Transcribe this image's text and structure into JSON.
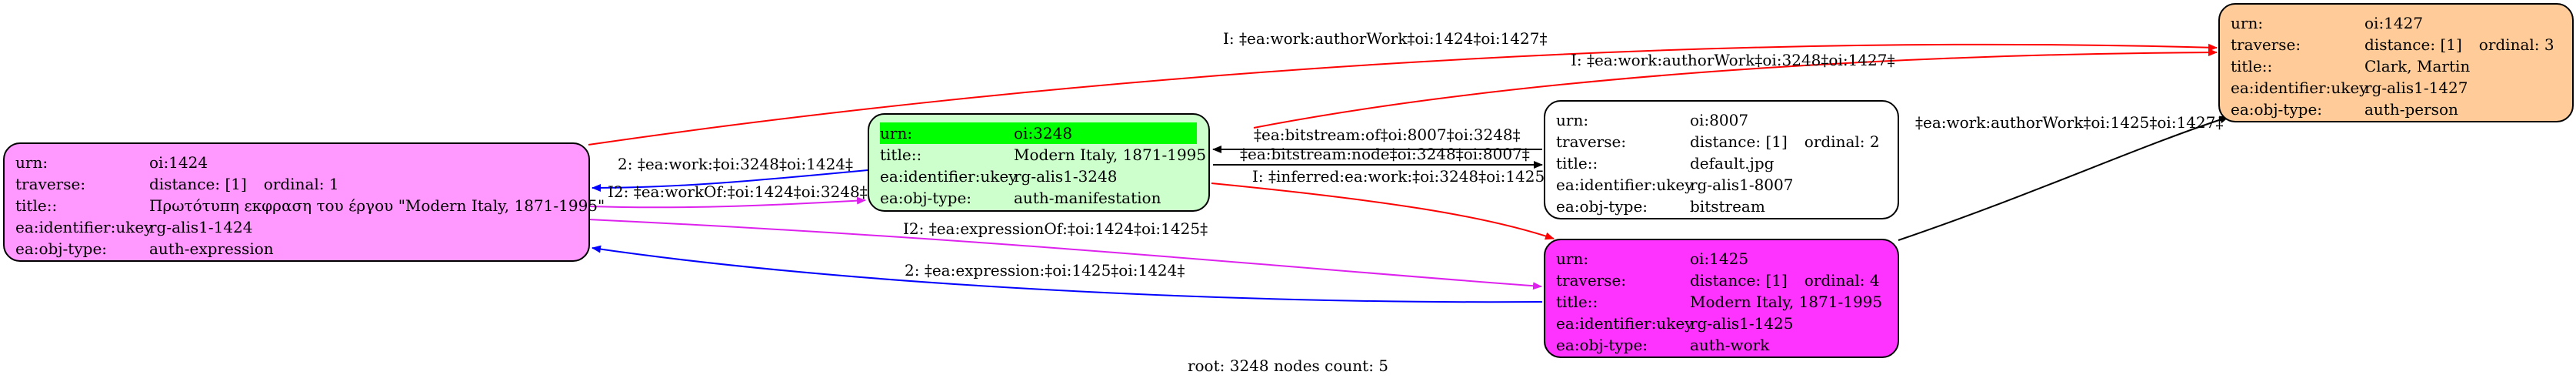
{
  "nodes": {
    "n1424": {
      "urn_key": "urn:",
      "urn": "oi:1424",
      "traverse_key": "traverse:",
      "traverse": "distance: [1]",
      "ordinal": "ordinal: 1",
      "title_key": "title::",
      "title": "Πρωτότυπη εκφραση του έργου \"Modern Italy, 1871-1995\"",
      "ukey_key": "ea:identifier:ukey",
      "ukey": "rg-alis1-1424",
      "type_key": "ea:obj-type:",
      "type": "auth-expression",
      "fill": "#ff99ff"
    },
    "n3248": {
      "urn_key": "urn:",
      "urn": "oi:3248",
      "title_key": "title::",
      "title": "Modern Italy, 1871-1995",
      "ukey_key": "ea:identifier:ukey",
      "ukey": "rg-alis1-3248",
      "type_key": "ea:obj-type:",
      "type": "auth-manifestation",
      "fill": "#ccffcc",
      "highlight": "#00ff00"
    },
    "n8007": {
      "urn_key": "urn:",
      "urn": "oi:8007",
      "traverse_key": "traverse:",
      "traverse": "distance: [1]",
      "ordinal": "ordinal: 2",
      "title_key": "title::",
      "title": "default.jpg",
      "ukey_key": "ea:identifier:ukey",
      "ukey": "rg-alis1-8007",
      "type_key": "ea:obj-type:",
      "type": "bitstream",
      "fill": "#ffffff"
    },
    "n1425": {
      "urn_key": "urn:",
      "urn": "oi:1425",
      "traverse_key": "traverse:",
      "traverse": "distance: [1]",
      "ordinal": "ordinal: 4",
      "title_key": "title::",
      "title": "Modern Italy, 1871-1995",
      "ukey_key": "ea:identifier:ukey",
      "ukey": "rg-alis1-1425",
      "type_key": "ea:obj-type:",
      "type": "auth-work",
      "fill": "#ff33ff"
    },
    "n1427": {
      "urn_key": "urn:",
      "urn": "oi:1427",
      "traverse_key": "traverse:",
      "traverse": "distance: [1]",
      "ordinal": "ordinal: 3",
      "title_key": "title::",
      "title": "Clark, Martin",
      "ukey_key": "ea:identifier:ukey",
      "ukey": "rg-alis1-1427",
      "type_key": "ea:obj-type:",
      "type": "auth-person",
      "fill": "#ffcc99"
    }
  },
  "edges": {
    "e1": "I: ‡ea:work:authorWork‡oi:1424‡oi:1427‡",
    "e2": "I: ‡ea:work:authorWork‡oi:3248‡oi:1427‡",
    "e3": "‡ea:work:authorWork‡oi:1425‡oi:1427‡",
    "e4": "2: ‡ea:work:‡oi:3248‡oi:1424‡",
    "e5": "I2: ‡ea:workOf:‡oi:1424‡oi:3248‡",
    "e6": "‡ea:bitstream:of‡oi:8007‡oi:3248‡",
    "e7": "‡ea:bitstream:node‡oi:3248‡oi:8007‡",
    "e8": "I: ‡inferred:ea:work:‡oi:3248‡oi:1425‡",
    "e9": "I2: ‡ea:expressionOf:‡oi:1424‡oi:1425‡",
    "e10": "2: ‡ea:expression:‡oi:1425‡oi:1424‡"
  },
  "colors": {
    "red": "#ff0000",
    "blue": "#0000ff",
    "magenta": "#dd22ee",
    "black": "#000000"
  },
  "footer": "root: 3248 nodes count: 5"
}
